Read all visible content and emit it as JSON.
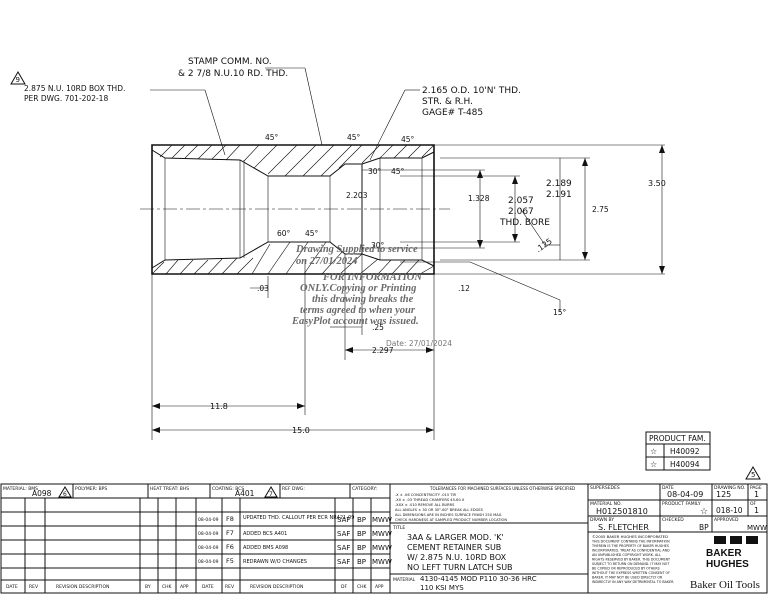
{
  "drawing": {
    "note_flag": "9",
    "box_thread_note": [
      "2.875 N.U. 10RD BOX THD.",
      "PER DWG. 701-202-18"
    ],
    "stamp_note": [
      "STAMP COMM. NO.",
      "& 2 7/8 N.U.10 RD. THD."
    ],
    "pin_thread_note": [
      "2.165 O.D. 10'N' THD.",
      "STR. & R.H.",
      "GAGE# T-485"
    ],
    "angles": {
      "a1": "45°",
      "a2": "45°",
      "a3": "45°",
      "a4": "30°",
      "a5": "45°",
      "a6": "60°",
      "a7": "45°",
      "a8": "30°",
      "a9": "15°"
    },
    "dims": {
      "d2203": "2.203",
      "d1328": "1.328",
      "d2057": "2.057",
      "d2067": "2.067",
      "thd_bore": "THD. BORE",
      "d2189": "2.189",
      "d2191": "2.191",
      "d350": "3.50",
      "d275": "2.75",
      "d125": ".125",
      "d03": ".03",
      "d12": ".12",
      "d25": ".25",
      "d2297": "2.297",
      "d118": "11.8",
      "d150": "15.0"
    },
    "watermark": {
      "line1": "Drawing Supplied to service",
      "line2": "on 27/01/2024",
      "line3": "FOR INFORMATION",
      "line4": "ONLY.Copying or Printing",
      "line5": "this drawing breaks the",
      "line6": "terms agreed to when your",
      "line7": "EasyPlot account was issued.",
      "date": "Date: 27/01/2024"
    }
  },
  "product_family": {
    "header": "PRODUCT FAM.",
    "rows": [
      "H40092",
      "H40094"
    ]
  },
  "corner_flag": "5",
  "title_block": {
    "material_label": "MATERIAL: BMS",
    "material_value": "A098",
    "material_flag": "6",
    "polymer_label": "POLYMER: BPS",
    "heat_treat_label": "HEAT TREAT: BHS",
    "coating_label": "COATING: BCS",
    "coating_value": "A401",
    "coating_flag": "7",
    "ref_label": "REF DWG:",
    "category_label": "CATEGORY:",
    "revisions": [
      {
        "date": "08-04-09",
        "rev": "F8",
        "desc": "UPDATED THD. CALLOUT PER ECR NR421-09",
        "dr": "SAF",
        "ckd": "BP",
        "app": "MWW"
      },
      {
        "date": "08-04-09",
        "rev": "F7",
        "desc": "ADDED BCS A401",
        "dr": "SAF",
        "ckd": "BP",
        "app": "MWW"
      },
      {
        "date": "08-04-09",
        "rev": "F6",
        "desc": "ADDED BMS A098",
        "dr": "SAF",
        "ckd": "BP",
        "app": "MWW"
      },
      {
        "date": "08-04-09",
        "rev": "F5",
        "desc": "REDRAWN W/O CHANGES",
        "dr": "SAF",
        "ckd": "BP",
        "app": "MWW"
      }
    ],
    "rev_headers": [
      "DATE",
      "REV",
      "REVISION DESCRIPTION",
      "BY",
      "CHK",
      "APP",
      "DATE",
      "REV",
      "REVISION DESCRIPTION",
      "DF",
      "CHK",
      "APP"
    ],
    "tolerance_title": "TOLERANCES FOR MACHINED SURFACES UNLESS OTHERWISE SPECIFIED",
    "tolerance_lines": [
      ".X ± .06      CONCENTRICITY .015 TIR",
      ".XX ± .03     THREAD CHAMFERS 45-60 X",
      ".XXX ± .010   REMOVE ALL BURRS",
      "ALL ANGLES ± 30 OR 30°-60°   BREAK ALL EDGES",
      "ALL DIMENSIONS ARE IN INCHES   SURFACE FINISH 250 MAX.",
      "CHECK HARDNESS AT SAMPLED PRODUCT NUMBER LOCATION"
    ],
    "title_label": "TITLE",
    "title_lines": [
      "3AA & LARGER MOD. 'K'",
      "CEMENT RETAINER SUB",
      "W/ 2.875 N.U. 10RD BOX",
      "NO LEFT TURN LATCH SUB"
    ],
    "material_note_label": "MATERIAL",
    "material_note": "4130-4145 MOD P110 30-36 HRC",
    "material_note2": "110 KSI MYS",
    "supersedes_label": "SUPERSEDES",
    "date_label": "DATE",
    "date_value": "08-04-09",
    "drawing_no_label": "DRAWING NO.",
    "drawing_no_value": "125",
    "page_label": "PAGE",
    "page_value": "1",
    "material_no_label": "MATERIAL NO.",
    "material_no_value": "H012501810",
    "product_family_label": "PRODUCT FAMILY",
    "series_value": "018-10",
    "of_label": "OF",
    "of_value": "1",
    "drawn_by_label": "DRAWN BY",
    "drawn_by_value": "S. FLETCHER",
    "checked_label": "CHECKED",
    "checked_value": "BP",
    "approved_label": "APPROVED",
    "approved_value": "MWW",
    "copyright": [
      "©2005 BAKER HUGHES INCORPORATED",
      "THIS DOCUMENT CONTAINS THE INFORMATION",
      "THEREIN IS THE PROPERTY OF BAKER HUGHES",
      "INCORPORATED. TREAT AS CONFIDENTIAL AND",
      "AN UNPUBLISHED COPYRIGHT WORK. ALL",
      "RIGHTS RESERVED BY BAKER. THIS DOCUMENT",
      "SUBJECT TO RETURN ON DEMAND. IT MAY NOT",
      "BE COPIED OR REPRODUCED BY OTHERS",
      "WITHOUT THE EXPRESS WRITTEN CONSENT OF",
      "BAKER. IT MAY NOT BE USED DIRECTLY OR",
      "INDIRECTLY IN ANY WAY DETRIMENTAL TO BAKER."
    ],
    "logo_text1": "BAKER",
    "logo_text2": "HUGHES",
    "company": "Baker Oil Tools"
  }
}
